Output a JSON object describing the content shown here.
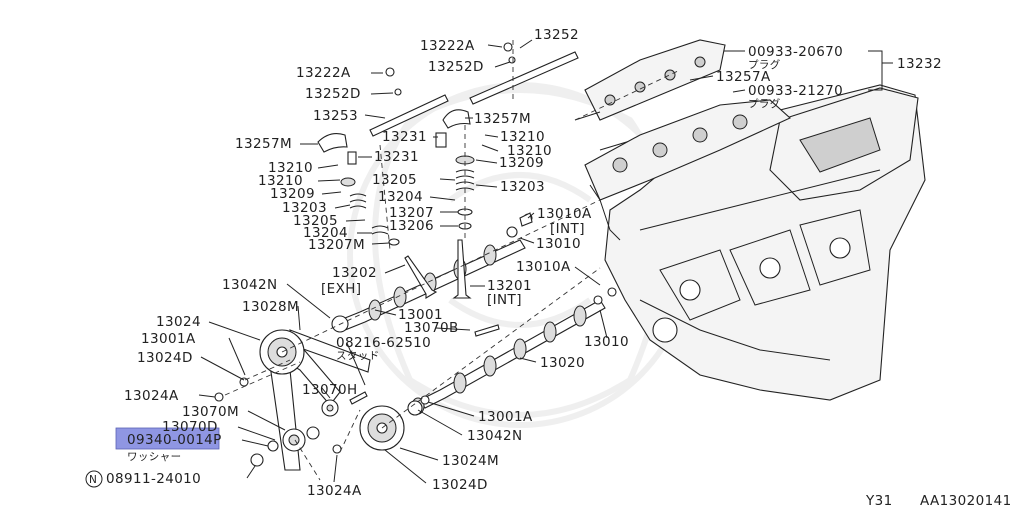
{
  "labels": {
    "p13252": "13252",
    "p13222A_top": "13222A",
    "p13252D_top": "13252D",
    "p13222A_left": "13222A",
    "p13252D_left": "13252D",
    "p13253": "13253",
    "p13257M_right": "13257M",
    "p13231_top": "13231",
    "p13210_a": "13210",
    "p13210_b": "13210",
    "p13209_r": "13209",
    "p13205_r": "13205",
    "p13203_r": "13203",
    "p13204_r": "13204",
    "p13207_r": "13207",
    "p13206_r": "13206",
    "p13257M_left": "13257M",
    "p13231_left": "13231",
    "p13210_l1": "13210",
    "p13210_l2": "13210",
    "p13209_l": "13209",
    "p13203_l": "13203",
    "p13205_l": "13205",
    "p13204_l": "13204",
    "p13207M": "13207M",
    "p13202": "13202",
    "exh": "[EXH]",
    "p13201": "13201",
    "int_1": "[INT]",
    "p13010A_up": "13010A",
    "int_2": "[INT]",
    "p13010_up": "13010",
    "p13010A_mid": "13010A",
    "p13042N_top": "13042N",
    "p13028M": "13028M",
    "p13001": "13001",
    "p13070B": "13070B",
    "p13024": "13024",
    "p13001A_left": "13001A",
    "p08216": "08216-62510",
    "stud": "スタッド",
    "p13010_low": "13010",
    "p13024D_left": "13024D",
    "p13020": "13020",
    "p13024A_left": "13024A",
    "p13070H": "13070H",
    "p13070M": "13070M",
    "p13070D": "13070D",
    "p13001A_right": "13001A",
    "p13042N_bottom": "13042N",
    "p09340": "09340-0014P",
    "washer": "ワッシャー",
    "p13024M": "13024M",
    "n_mark": "N",
    "p08911": "08911-24010",
    "p13024A_bottom": "13024A",
    "p13024D_bottom": "13024D",
    "p00933_20670": "00933-20670",
    "plug_1": "プラグ",
    "p13257A": "13257A",
    "p13232": "13232",
    "p00933_21270": "00933-21270",
    "plug_2": "プラグ",
    "footer_code": "Y31",
    "footer_ref": "AA13020141"
  },
  "highlight": {
    "part": "09340-0014P",
    "color": "#8f96e3"
  }
}
